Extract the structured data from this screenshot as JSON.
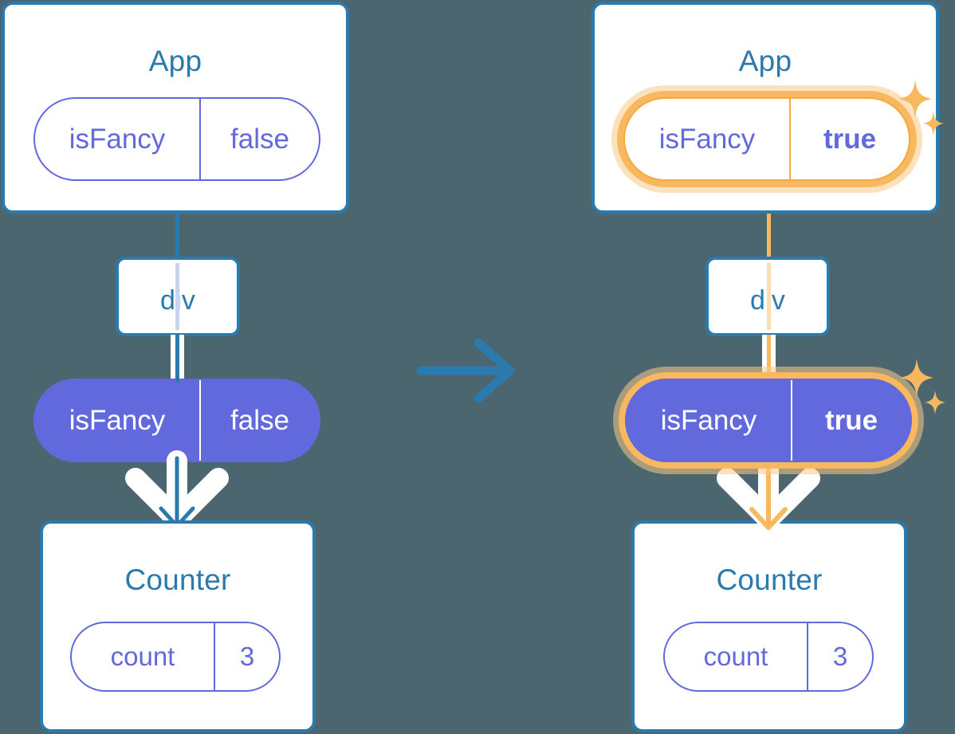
{
  "colors": {
    "background": "#4C6670",
    "card_border": "#2B7AAD",
    "card_title": "#2B7AAD",
    "purple": "#6269DD",
    "purple_fill": "#6269DD",
    "highlight_orange": "#F8B85F",
    "highlight_glow": "#FAD8A8",
    "line_blue": "#2B7AAD",
    "line_light": "#C9D4EE",
    "white": "#FFFFFF"
  },
  "transition": {
    "arrow_icon": "arrow-right-icon",
    "direction": "left-to-right"
  },
  "panels": [
    {
      "id": "before",
      "highlighted": false,
      "app": {
        "title": "App",
        "state_pill": {
          "key": "isFancy",
          "value": "false",
          "highlighted": false,
          "kind": "state"
        }
      },
      "dom_node": {
        "title": "div"
      },
      "prop_pill": {
        "key": "isFancy",
        "value": "false",
        "highlighted": false,
        "kind": "prop"
      },
      "counter": {
        "title": "Counter",
        "state_pill": {
          "key": "count",
          "value": "3",
          "highlighted": false,
          "kind": "state"
        }
      }
    },
    {
      "id": "after",
      "highlighted": true,
      "app": {
        "title": "App",
        "state_pill": {
          "key": "isFancy",
          "value": "true",
          "highlighted": true,
          "kind": "state"
        }
      },
      "dom_node": {
        "title": "div"
      },
      "prop_pill": {
        "key": "isFancy",
        "value": "true",
        "highlighted": true,
        "kind": "prop"
      },
      "counter": {
        "title": "Counter",
        "state_pill": {
          "key": "count",
          "value": "3",
          "highlighted": false,
          "kind": "state"
        }
      }
    }
  ],
  "decorations": {
    "sparkle_top": "sparkle-icon",
    "sparkle_bottom": "sparkle-icon"
  }
}
